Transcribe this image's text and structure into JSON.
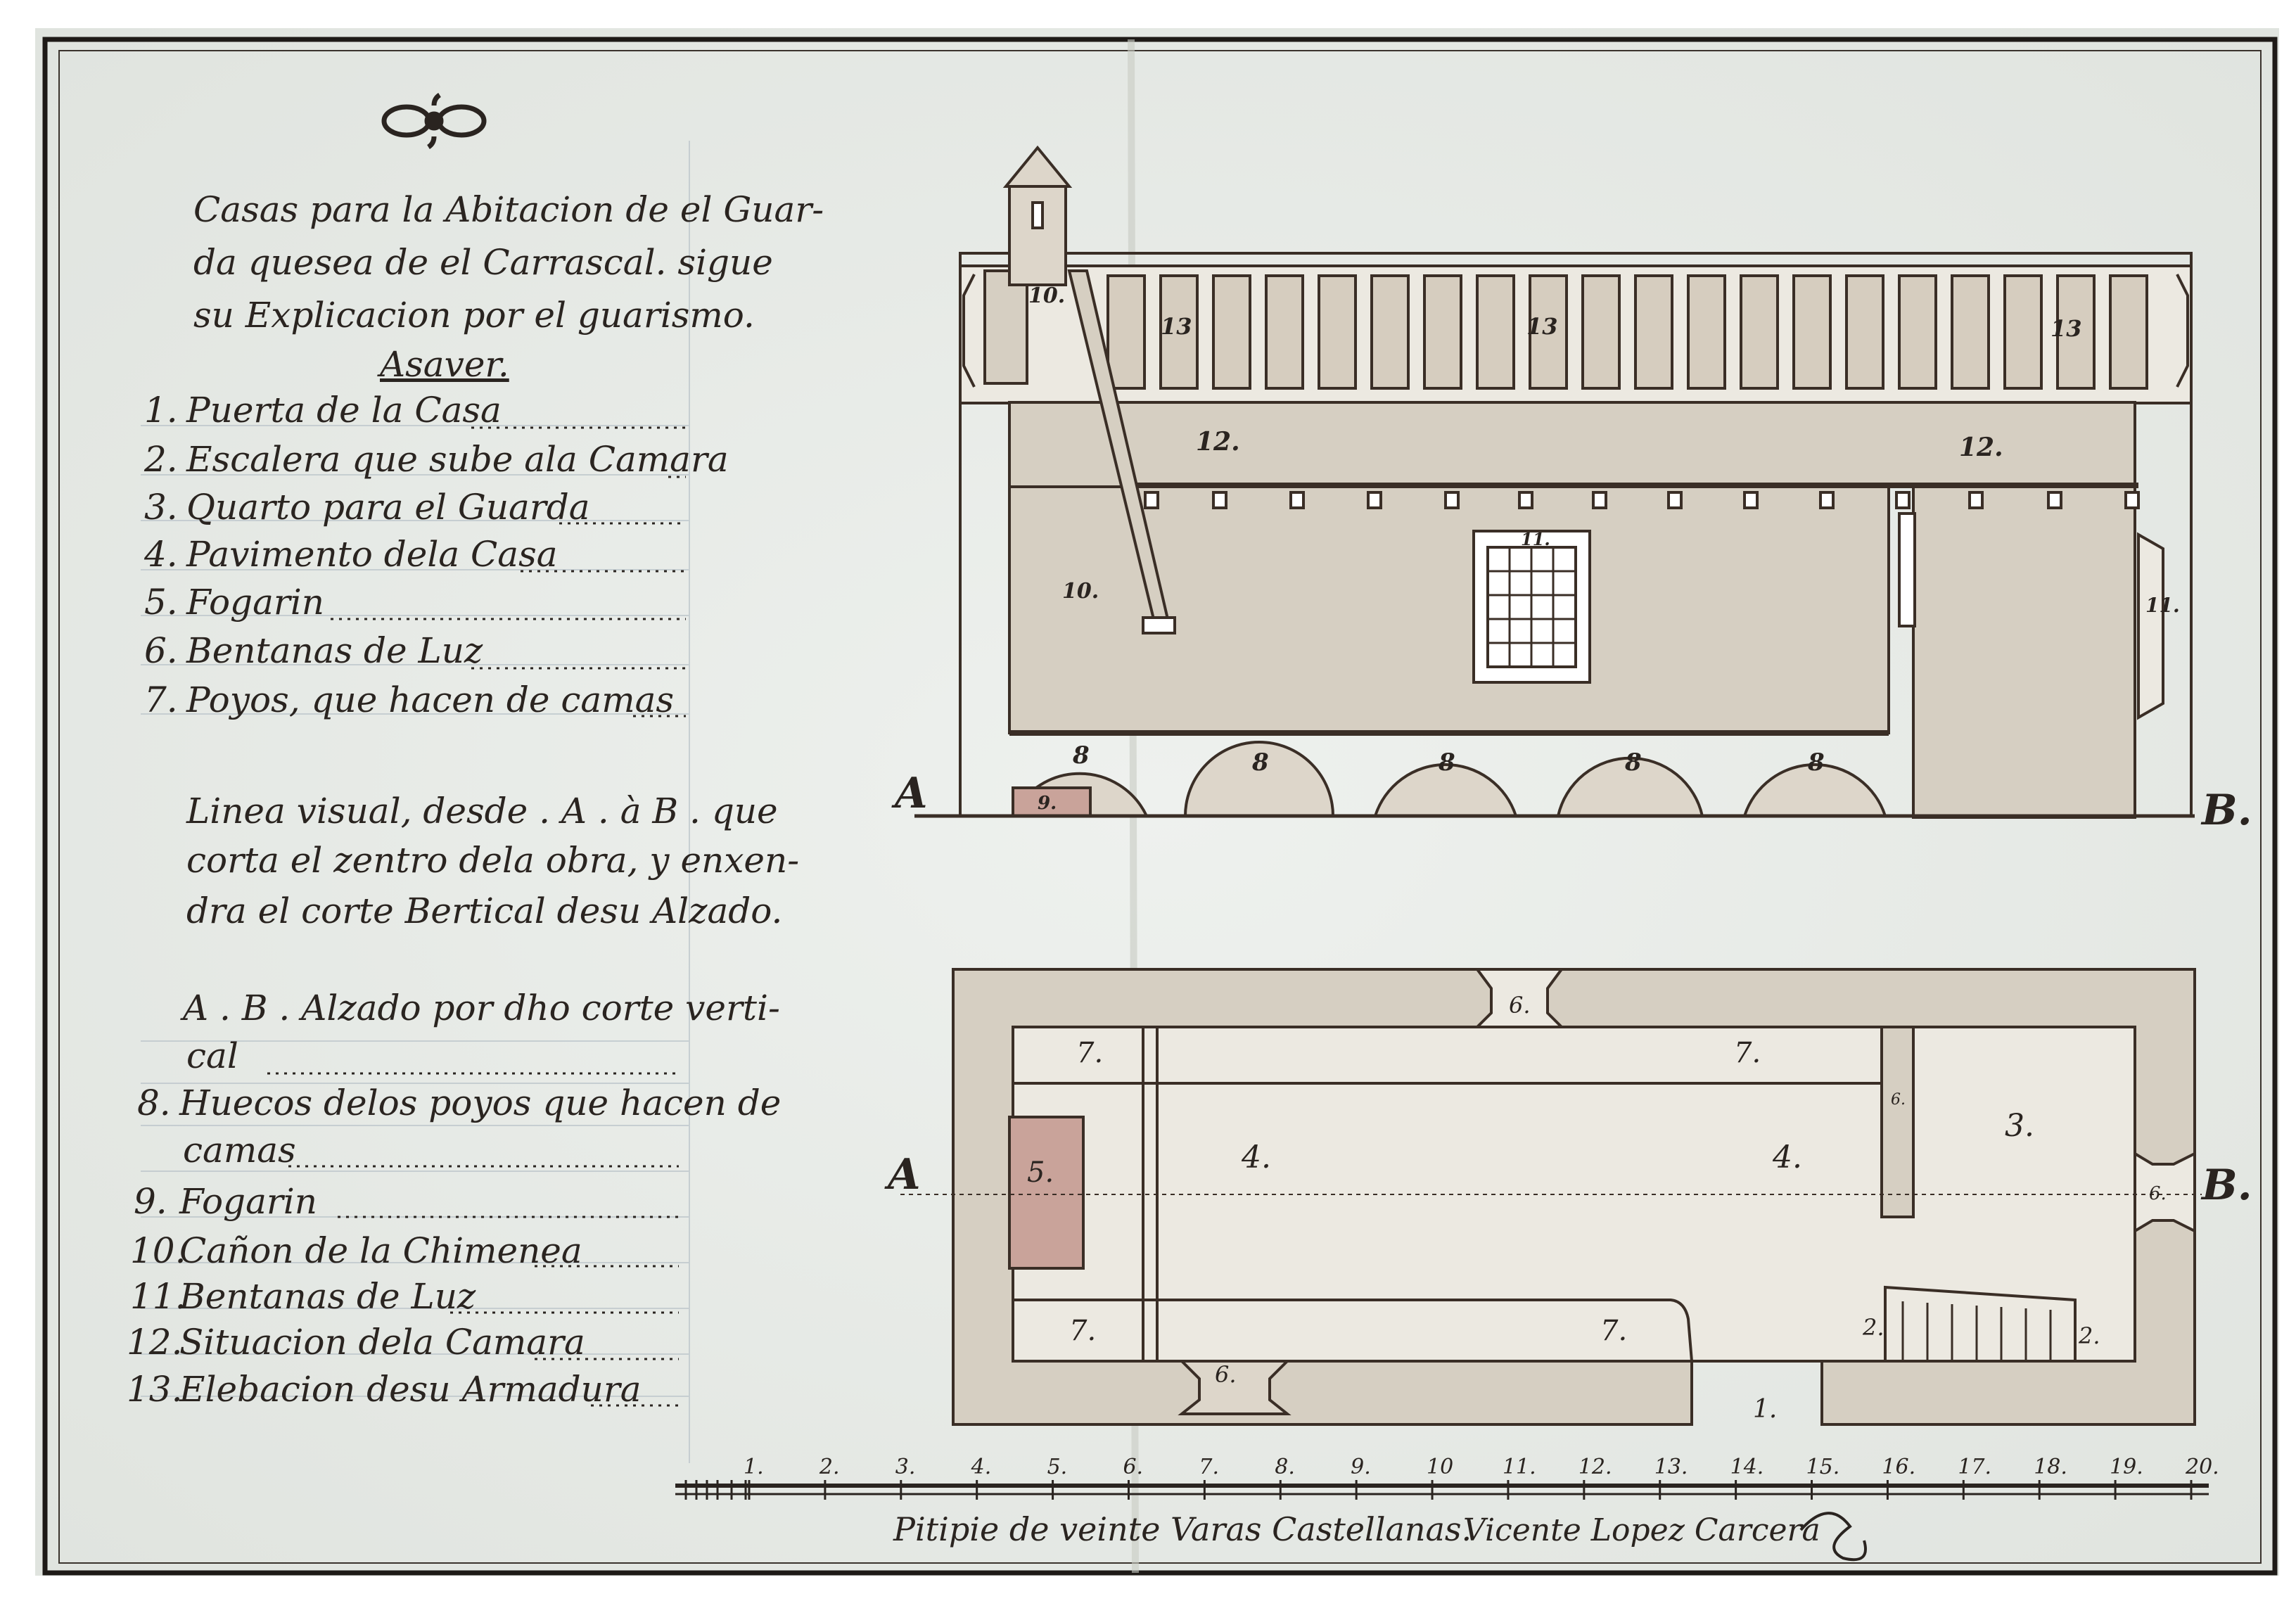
{
  "legend": {
    "title_lines": [
      "Casas para la Abitacion de el Guar-",
      "da quesea de el Carrascal. sigue",
      "su Explicacion por el guarismo."
    ],
    "asaver": "Asaver.",
    "items": [
      {
        "num": "1.",
        "text": "Puerta de la Casa"
      },
      {
        "num": "2.",
        "text": "Escalera que sube ala Camara"
      },
      {
        "num": "3.",
        "text": "Quarto para el Guarda"
      },
      {
        "num": "4.",
        "text": "Pavimento dela Casa"
      },
      {
        "num": "5.",
        "text": "Fogarin"
      },
      {
        "num": "6.",
        "text": "Bentanas de Luz"
      },
      {
        "num": "7.",
        "text": "Poyos, que hacen de camas"
      }
    ],
    "linea_lines": [
      "Linea visual, desde . A . à B . que",
      "corta el zentro dela obra, y enxen-",
      "dra el corte Bertical desu Alzado."
    ],
    "ab_lines": [
      "A . B . Alzado por dho corte verti-",
      "cal"
    ],
    "items2": [
      {
        "num": "8.",
        "text": "Huecos delos poyos que hacen de",
        "cont": "camas"
      },
      {
        "num": "9.",
        "text": "Fogarin"
      },
      {
        "num": "10.",
        "text": "Cañon de la Chimenea"
      },
      {
        "num": "11.",
        "text": "Bentanas de Luz"
      },
      {
        "num": "12.",
        "text": "Situacion dela Camara"
      },
      {
        "num": "13.",
        "text": "Elebacion desu Armadura"
      }
    ]
  },
  "elevation_labels": {
    "point_a": "A",
    "point_b": "B.",
    "chimney": "10.",
    "chimney_low": "10.",
    "rafter": "13",
    "camara": "12.",
    "window": "11.",
    "side_window": "11.",
    "niche": "8",
    "fogarin": "9."
  },
  "plan_labels": {
    "point_a": "A",
    "point_b": "B.",
    "window": "6.",
    "bench": "7.",
    "floor": "4.",
    "room": "3.",
    "fire": "5.",
    "stair": "2.",
    "door": "1."
  },
  "scale": {
    "ticks": [
      "1.",
      "2.",
      "3.",
      "4.",
      "5.",
      "6.",
      "7.",
      "8.",
      "9.",
      "10",
      "11.",
      "12.",
      "13.",
      "14.",
      "15.",
      "16.",
      "17.",
      "18.",
      "19.",
      "20."
    ],
    "caption": "Pitipie de veinte Varas Castellanas.",
    "signature": "Vicente Lopez Carcera"
  },
  "colors": {
    "paper": "#e8ece8",
    "ink": "#2a2420",
    "wash": "#d6cfc2",
    "wash_dark": "#cbbfae",
    "fire_red": "#c9a39a"
  }
}
